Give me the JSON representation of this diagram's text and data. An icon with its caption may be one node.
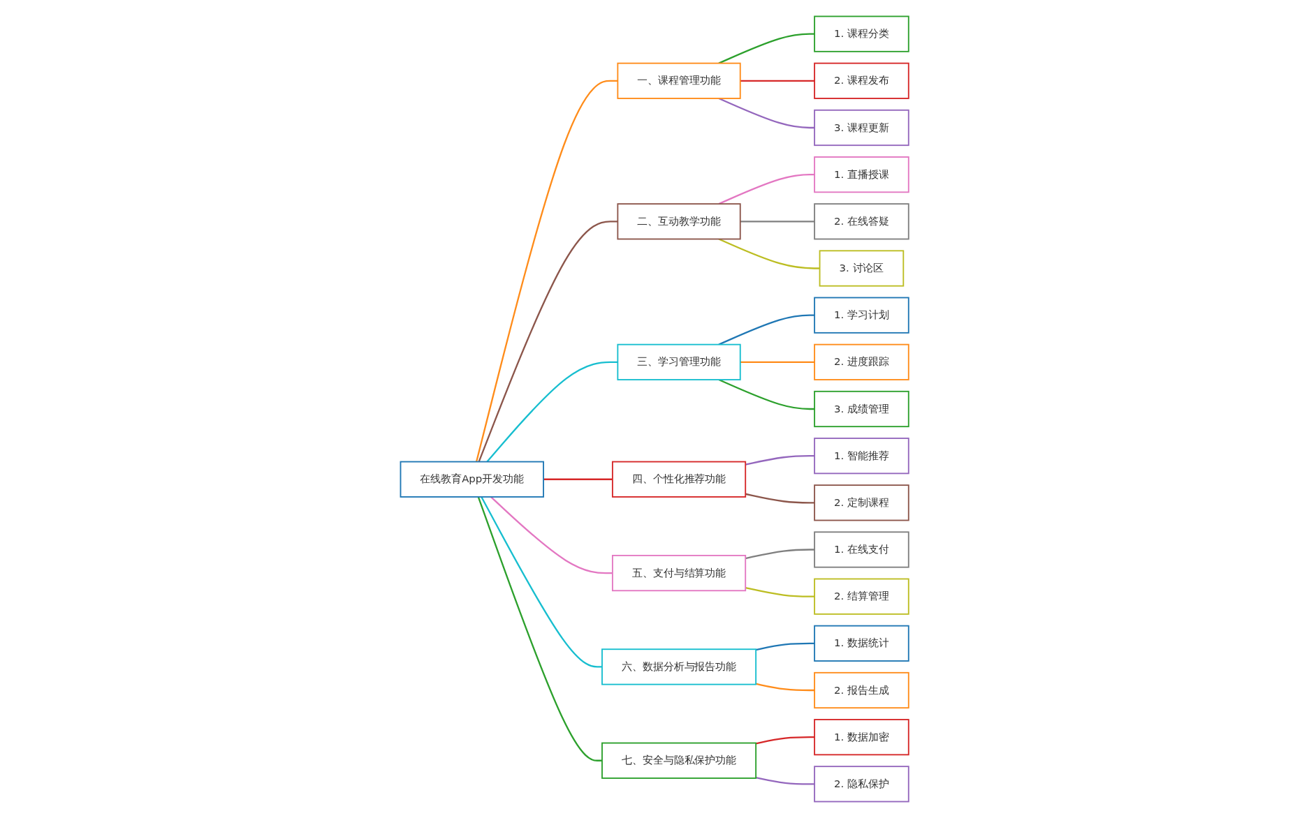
{
  "diagram": {
    "nodes": [
      {
        "text": [
          "在线教育App开发功能"
        ]
      },
      {
        "text": [
          "一、课程管理功能"
        ]
      },
      {
        "text": [
          "1. 课程分类"
        ]
      },
      {
        "text": [
          "2. 课程发布"
        ]
      },
      {
        "text": [
          "3. 课程更新"
        ]
      },
      {
        "text": [
          "二、互动教学功能"
        ]
      },
      {
        "text": [
          "1. 直播授课"
        ]
      },
      {
        "text": [
          "2. 在线答疑"
        ]
      },
      {
        "text": [
          "3. 讨论区"
        ]
      },
      {
        "text": [
          "三、学习管理功能"
        ]
      },
      {
        "text": [
          "1. 学习计划"
        ]
      },
      {
        "text": [
          "2. 进度跟踪"
        ]
      },
      {
        "text": [
          "3. 成绩管理"
        ]
      },
      {
        "text": [
          "四、个性化推荐功能"
        ]
      },
      {
        "text": [
          "1. 智能推荐"
        ]
      },
      {
        "text": [
          "2. 定制课程"
        ]
      },
      {
        "text": [
          "五、支付与结算功能"
        ]
      },
      {
        "text": [
          "1. 在线支付"
        ]
      },
      {
        "text": [
          "2. 结算管理"
        ]
      },
      {
        "text": [
          "六、数据分析与报告功能"
        ]
      },
      {
        "text": [
          "1. 数据统计"
        ]
      },
      {
        "text": [
          "2. 报告生成"
        ]
      },
      {
        "text": [
          "七、安全与隐私保护功能"
        ]
      },
      {
        "text": [
          "1. 数据加密"
        ]
      },
      {
        "text": [
          "2. 隐私保护"
        ]
      }
    ],
    "edges": [
      {
        "from": 0,
        "to": 1,
        "arrow": "none",
        "color": "#ff8c1a"
      },
      {
        "from": 1,
        "to": 2,
        "arrow": "none",
        "color": "#2ca02c"
      },
      {
        "from": 1,
        "to": 3,
        "arrow": "none",
        "color": "#d62728"
      },
      {
        "from": 1,
        "to": 4,
        "arrow": "none",
        "color": "#9467bd"
      },
      {
        "from": 0,
        "to": 5,
        "arrow": "none",
        "color": "#8c564b"
      },
      {
        "from": 5,
        "to": 6,
        "arrow": "none",
        "color": "#e377c2"
      },
      {
        "from": 5,
        "to": 7,
        "arrow": "none",
        "color": "#7f7f7f"
      },
      {
        "from": 5,
        "to": 8,
        "arrow": "none",
        "color": "#bcbd22"
      },
      {
        "from": 0,
        "to": 9,
        "arrow": "none",
        "color": "#17becf"
      },
      {
        "from": 9,
        "to": 10,
        "arrow": "none",
        "color": "#1f77b4"
      },
      {
        "from": 9,
        "to": 11,
        "arrow": "none",
        "color": "#ff8c1a"
      },
      {
        "from": 9,
        "to": 12,
        "arrow": "none",
        "color": "#2ca02c"
      },
      {
        "from": 0,
        "to": 13,
        "arrow": "none",
        "color": "#d62728"
      },
      {
        "from": 13,
        "to": 14,
        "arrow": "none",
        "color": "#9467bd"
      },
      {
        "from": 13,
        "to": 15,
        "arrow": "none",
        "color": "#8c564b"
      },
      {
        "from": 0,
        "to": 16,
        "arrow": "none",
        "color": "#e377c2"
      },
      {
        "from": 16,
        "to": 17,
        "arrow": "none",
        "color": "#7f7f7f"
      },
      {
        "from": 16,
        "to": 18,
        "arrow": "none",
        "color": "#bcbd22"
      },
      {
        "from": 0,
        "to": 19,
        "arrow": "none",
        "color": "#17becf"
      },
      {
        "from": 19,
        "to": 20,
        "arrow": "none",
        "color": "#1f77b4"
      },
      {
        "from": 19,
        "to": 21,
        "arrow": "none",
        "color": "#ff8c1a"
      },
      {
        "from": 0,
        "to": 22,
        "arrow": "none",
        "color": "#2ca02c"
      },
      {
        "from": 22,
        "to": 23,
        "arrow": "none",
        "color": "#d62728"
      },
      {
        "from": 22,
        "to": 24,
        "arrow": "none",
        "color": "#9467bd"
      }
    ]
  }
}
